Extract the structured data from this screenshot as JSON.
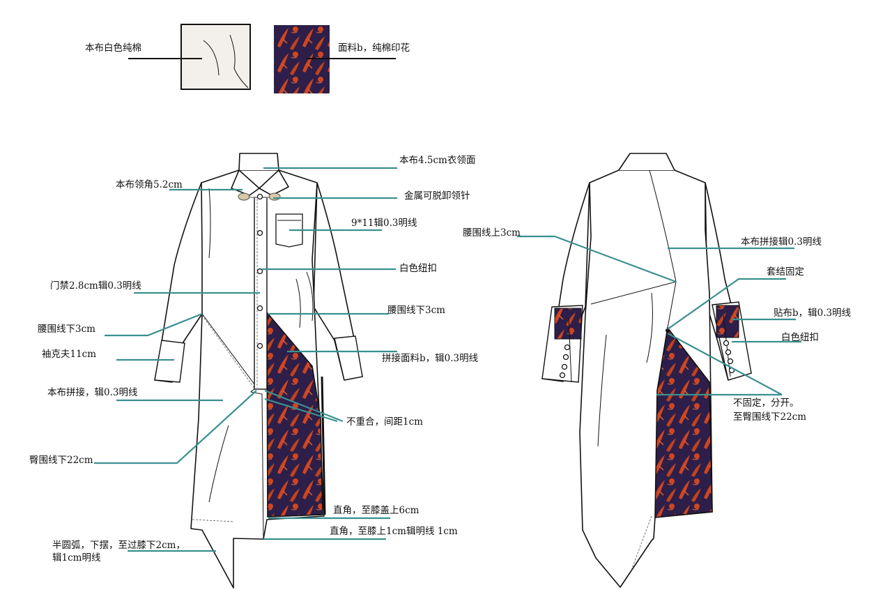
{
  "colors": {
    "leader": "#3a8f8f",
    "print_dark": "#2d1f4a",
    "print_accent": "#d0451f"
  },
  "swatches": {
    "white_cotton": "本布白色纯棉",
    "print_fabric": "面料b，纯棉印花"
  },
  "front": {
    "collar_face": "本布4.5cm衣领面",
    "collar_point": "本布领角5.2cm",
    "collar_pin": "金属可脱卸领针",
    "pocket": "9*11辑0.3明线",
    "button": "白色纽扣",
    "placket": "门禁2.8cm辑0.3明线",
    "waist_below_right": "腰围线下3cm",
    "waist_below_left": "腰围线下3cm",
    "panel_print": "拼接面料b，辑0.3明线",
    "cuff": "袖克夫11cm",
    "self_panel": "本布拼接，辑0.3明线",
    "no_overlap": "不重合，间距1cm",
    "hip_below": "臀围线下22cm",
    "right_angle_6": "直角，至膝盖上6cm",
    "right_angle_1": "直角，至膝上1cm辑明线  1cm",
    "hem_arc_1": "半圆弧，下摆，至过膝下2cm，",
    "hem_arc_2": "辑1cm明线"
  },
  "back": {
    "waist_above": "腰围线上3cm",
    "self_joint": "本布拼接辑0.3明线",
    "bartack": "套结固定",
    "patch": "贴布b，辑0.3明线",
    "button": "白色纽扣",
    "not_fixed_1": "不固定，分开。",
    "not_fixed_2": "至臀围线下22cm"
  }
}
